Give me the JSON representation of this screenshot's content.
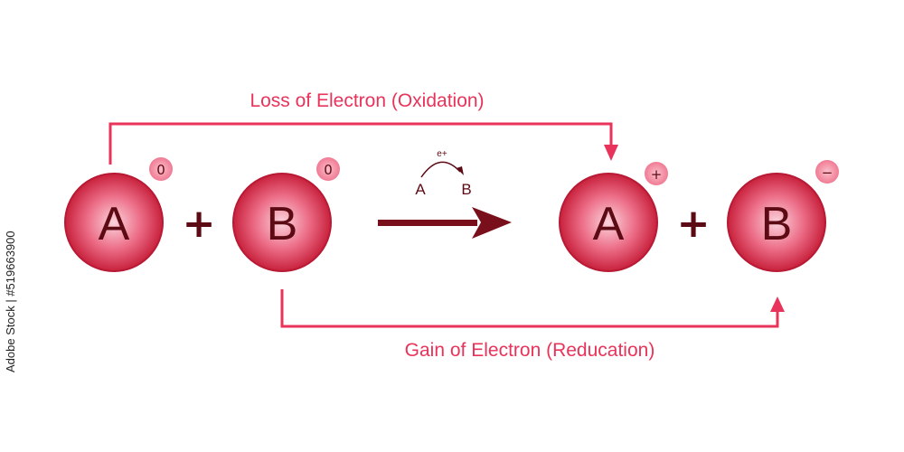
{
  "labels": {
    "oxidation": "Loss of Electron (Oxidation)",
    "reduction": "Gain of Electron (Reducation)"
  },
  "reactants": {
    "a": {
      "symbol": "A",
      "charge": "0"
    },
    "plus": "+",
    "b": {
      "symbol": "B",
      "charge": "0"
    }
  },
  "products": {
    "a": {
      "symbol": "A",
      "charge": "+"
    },
    "plus": "+",
    "b": {
      "symbol": "B",
      "charge": "−"
    }
  },
  "transfer": {
    "electron": "e+",
    "from": "A",
    "to": "B"
  },
  "side_id": "Adobe Stock | #519663900",
  "colors": {
    "pink_line": "#e8335a",
    "atom_dark": "#c8213c",
    "atom_light": "#f7a9b8",
    "ink": "#5c0a14",
    "main_arrow": "#7a0f1c"
  }
}
